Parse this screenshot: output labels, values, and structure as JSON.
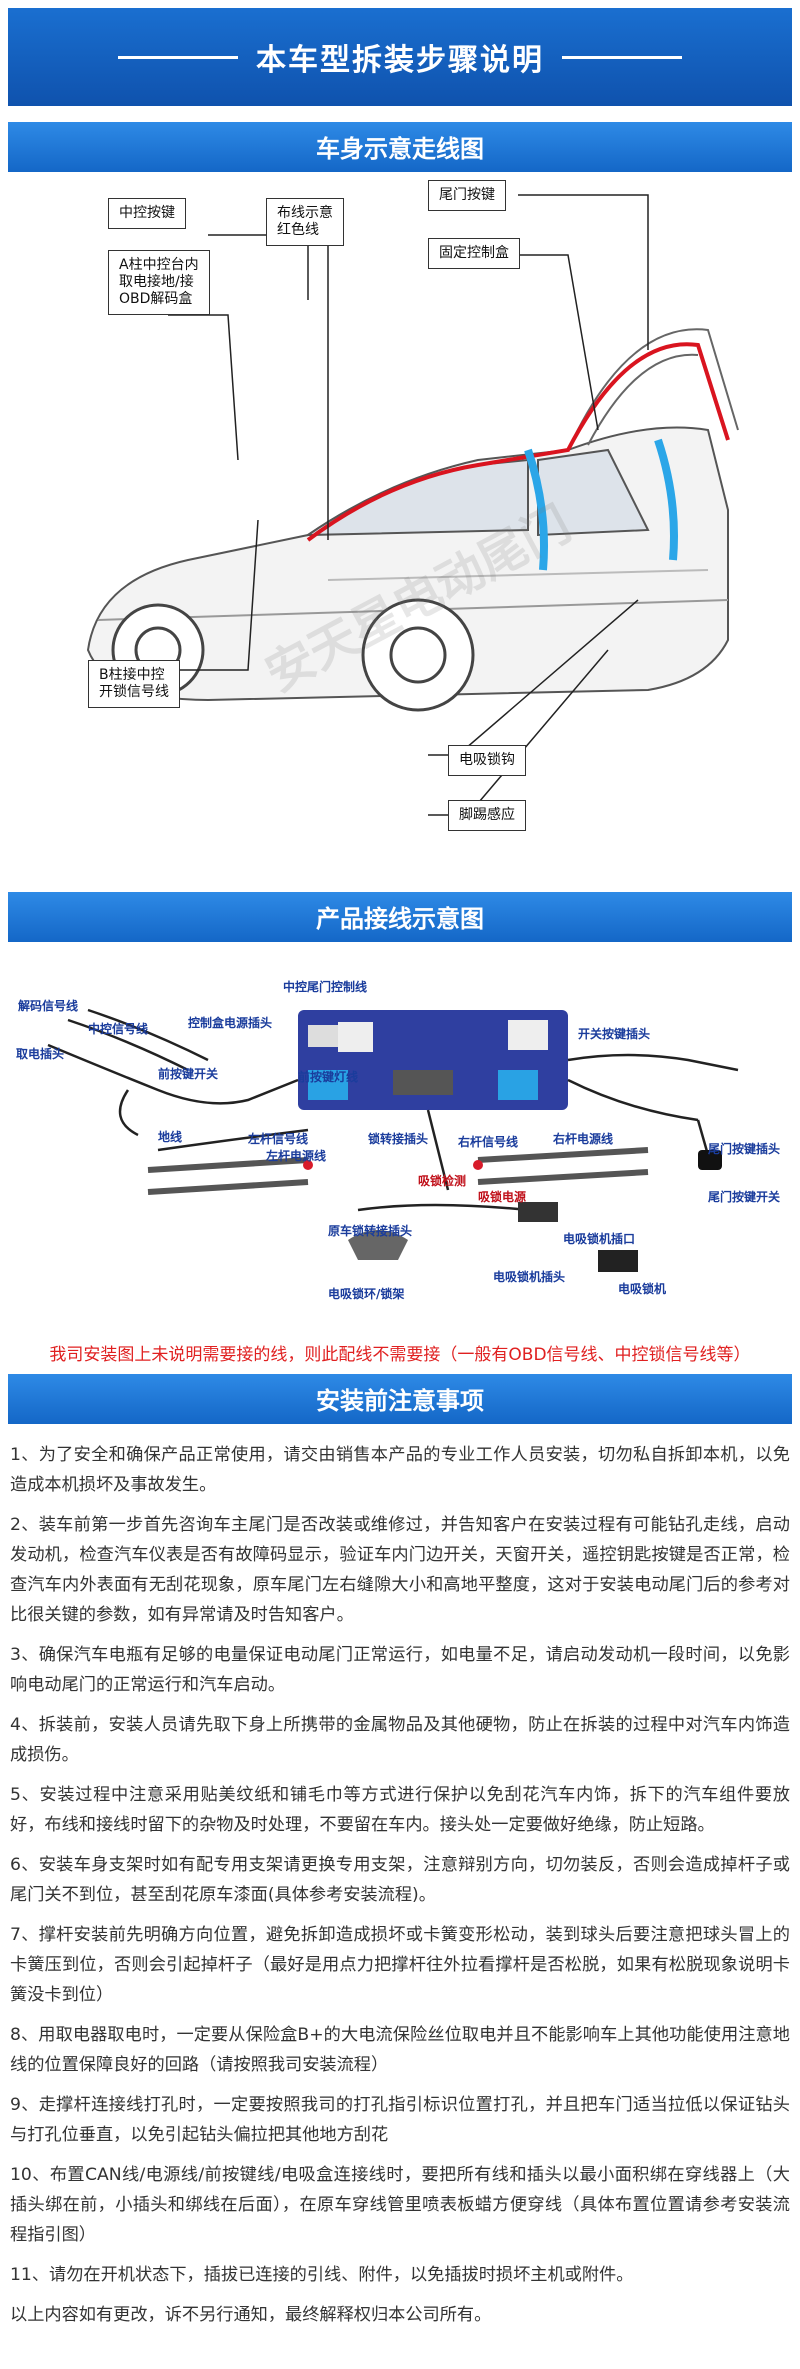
{
  "hero": {
    "title": "本车型拆装步骤说明"
  },
  "sections": {
    "wiring_route": "车身示意走线图",
    "product_wiring": "产品接线示意图",
    "precautions": "安装前注意事项"
  },
  "car_tags": {
    "center_button": "中控按键",
    "a_pillar": "A柱中控台内\n取电接地/接\nOBD解码盒",
    "route_red": "布线示意\n红色线",
    "tail_button": "尾门按键",
    "fixed_box": "固定控制盒",
    "b_pillar": "B柱接中控\n开锁信号线",
    "suction_lock": "电吸锁钩",
    "kick_sensor": "脚踢感应"
  },
  "wiring_labels": {
    "center_tail_ctrl": "中控尾门控制线",
    "decode_signal": "解码信号线",
    "center_signal": "中控信号线",
    "ctrl_power_plug": "控制盒电源插头",
    "power_plug": "取电插头",
    "front_button_switch": "前按键开关",
    "front_button_light": "前按键灯线",
    "switch_button_plug": "开关按键插头",
    "ground": "地线",
    "left_rod_signal": "左杆信号线",
    "left_rod_power": "左杆电源线",
    "lock_adapter": "锁转接插头",
    "right_rod_signal": "右杆信号线",
    "right_rod_power": "右杆电源线",
    "tail_button_plug": "尾门按键插头",
    "tail_button_switch": "尾门按键开关",
    "suction_lock_wire": "吸锁检测",
    "suction_power": "吸锁电源",
    "orig_lock_adapter": "原车锁转接插头",
    "suction_lock_port": "电吸锁机插口",
    "suction_lock_plug": "电吸锁机插头",
    "suction_ring": "电吸锁环/锁架",
    "suction_machine": "电吸锁机"
  },
  "red_note": "我司安装图上未说明需要接的线，则此配线不需要接（一般有OBD信号线、中控锁信号线等）",
  "notes": [
    "1、为了安全和确保产品正常使用，请交由销售本产品的专业工作人员安装，切勿私自拆卸本机，以免造成本机损坏及事故发生。",
    "2、装车前第一步首先咨询车主尾门是否改装或维修过，并告知客户在安装过程有可能钻孔走线，启动发动机，检查汽车仪表是否有故障码显示，验证车内门边开关，天窗开关，遥控钥匙按键是否正常，检查汽车内外表面有无刮花现象，原车尾门左右缝隙大小和高地平整度，这对于安装电动尾门后的参考对比很关键的参数，如有异常请及时告知客户。",
    "3、确保汽车电瓶有足够的电量保证电动尾门正常运行，如电量不足，请启动发动机一段时间，以免影响电动尾门的正常运行和汽车启动。",
    "4、拆装前，安装人员请先取下身上所携带的金属物品及其他硬物，防止在拆装的过程中对汽车内饰造成损伤。",
    "5、安装过程中注意采用贴美纹纸和铺毛巾等方式进行保护以免刮花汽车内饰，拆下的汽车组件要放好，布线和接线时留下的杂物及时处理，不要留在车内。接头处一定要做好绝缘，防止短路。",
    "6、安装车身支架时如有配专用支架请更换专用支架，注意辩别方向，切勿装反，否则会造成掉杆子或尾门关不到位，甚至刮花原车漆面(具体参考安装流程)。",
    "7、撑杆安装前先明确方向位置，避免拆卸造成损坏或卡簧变形松动，装到球头后要注意把球头冒上的卡簧压到位，否则会引起掉杆子（最好是用点力把撑杆往外拉看撑杆是否松脱，如果有松脱现象说明卡簧没卡到位）",
    "8、用取电器取电时，一定要从保险盒B+的大电流保险丝位取电并且不能影响车上其他功能使用注意地线的位置保障良好的回路（请按照我司安装流程）",
    "9、走撑杆连接线打孔时，一定要按照我司的打孔指引标识位置打孔，并且把车门适当拉低以保证钻头与打孔位垂直，以免引起钻头偏拉把其他地方刮花",
    "10、布置CAN线/电源线/前按键线/电吸盒连接线时，要把所有线和插头以最小面积绑在穿线器上（大插头绑在前，小插头和绑线在后面），在原车穿线管里喷表板蜡方便穿线（具体布置位置请参考安装流程指引图）",
    "11、请勿在开机状态下，插拔已连接的引线、附件，以免插拔时损坏主机或附件。",
    "以上内容如有更改，诉不另行通知，最终解释权归本公司所有。"
  ],
  "watermark": "安天星电动尾门"
}
